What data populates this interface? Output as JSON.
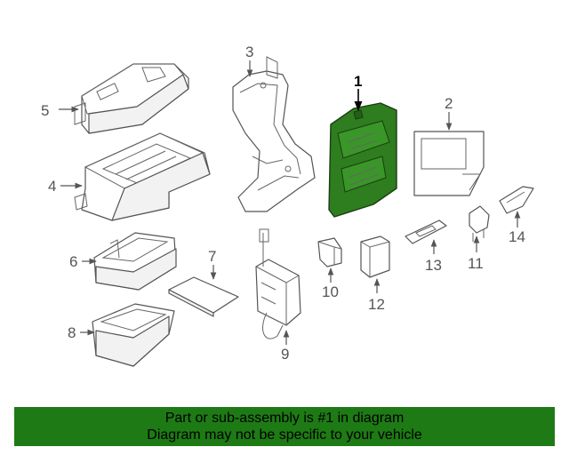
{
  "diagram": {
    "callouts": [
      {
        "id": "1",
        "label": "1"
      },
      {
        "id": "2",
        "label": "2"
      },
      {
        "id": "3",
        "label": "3"
      },
      {
        "id": "4",
        "label": "4"
      },
      {
        "id": "5",
        "label": "5"
      },
      {
        "id": "6",
        "label": "6"
      },
      {
        "id": "7",
        "label": "7"
      },
      {
        "id": "8",
        "label": "8"
      },
      {
        "id": "9",
        "label": "9"
      },
      {
        "id": "10",
        "label": "10"
      },
      {
        "id": "11",
        "label": "11"
      },
      {
        "id": "12",
        "label": "12"
      },
      {
        "id": "13",
        "label": "13"
      },
      {
        "id": "14",
        "label": "14"
      }
    ],
    "highlighted_part": "1",
    "highlight_color": "#2e7d1f"
  },
  "footer": {
    "line1": "Part or sub-assembly is #1 in diagram",
    "line2": "Diagram may not be specific to your vehicle",
    "background": "#1e7a15"
  }
}
